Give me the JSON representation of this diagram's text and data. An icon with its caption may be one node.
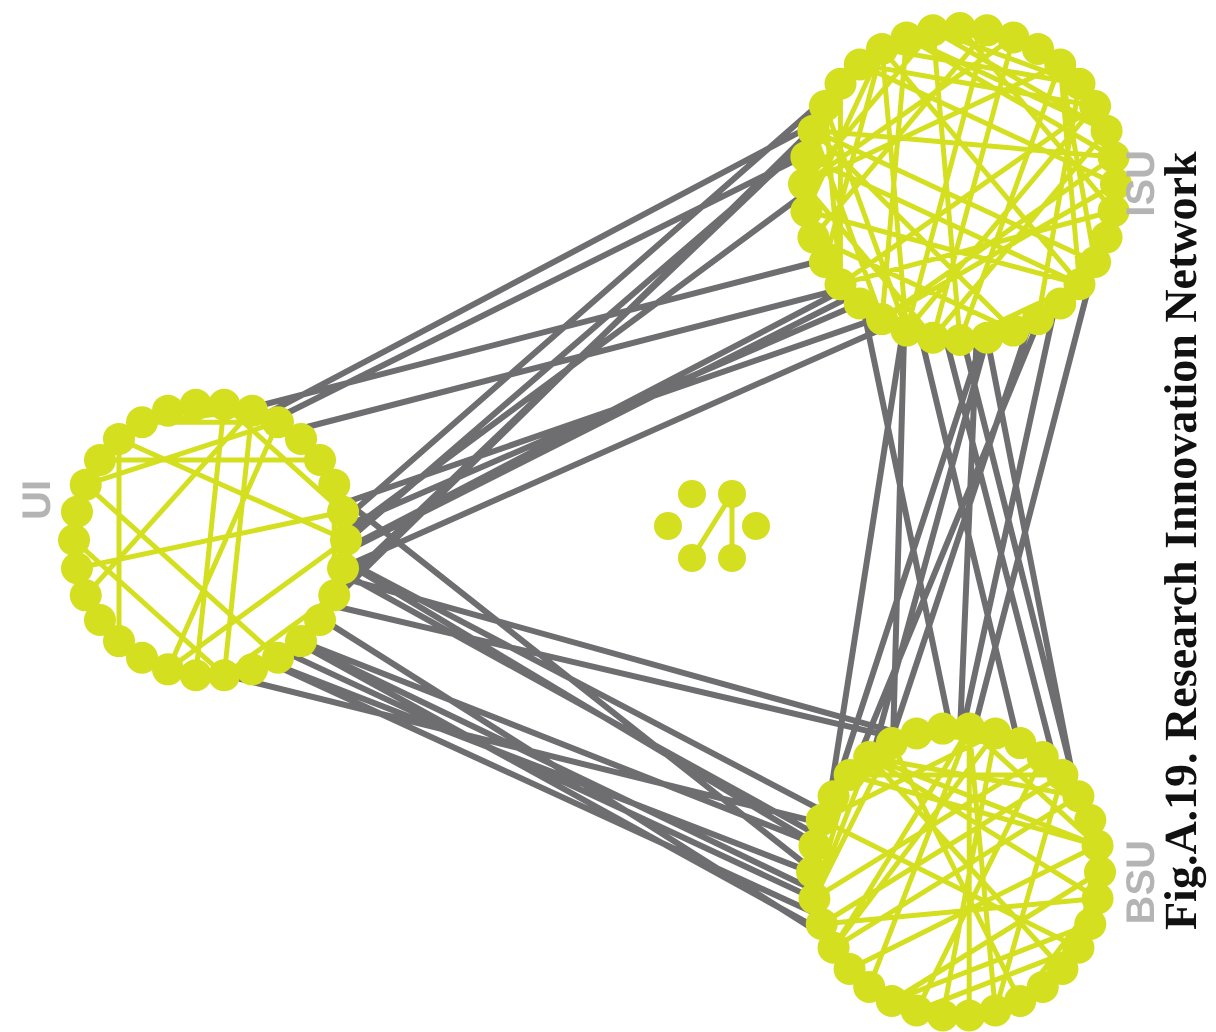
{
  "diagram": {
    "caption": "Fig.A.19. Research Innovation Network",
    "nodes": [
      {
        "text": [
          "UI"
        ]
      },
      {
        "text": [
          "ISU"
        ]
      },
      {
        "text": [
          "BSU"
        ]
      }
    ],
    "edges": [
      {
        "from": 0,
        "to": 1,
        "arrow": "none"
      },
      {
        "from": 0,
        "to": 2,
        "arrow": "none"
      },
      {
        "from": 1,
        "to": 2,
        "arrow": "none"
      }
    ]
  }
}
